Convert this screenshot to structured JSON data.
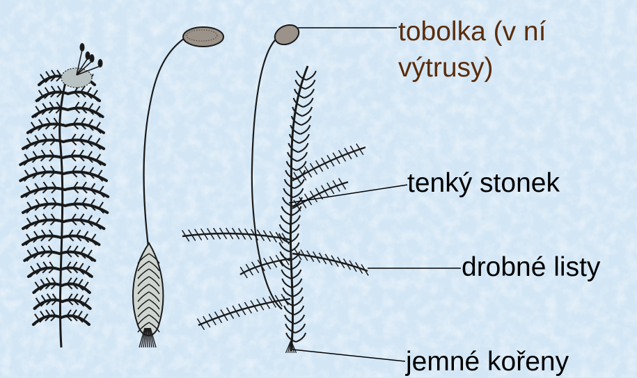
{
  "labels": {
    "capsule": {
      "line1": "tobolka (v ní",
      "line2": "výtrusy)"
    },
    "stem": "tenký stonek",
    "leaves": "drobné listy",
    "roots": "jemné kořeny"
  },
  "colors": {
    "background": "#d6e8f6",
    "capsule_text": "#5a2d0c",
    "label_text": "#000000",
    "ink": "#1a1a1a"
  }
}
